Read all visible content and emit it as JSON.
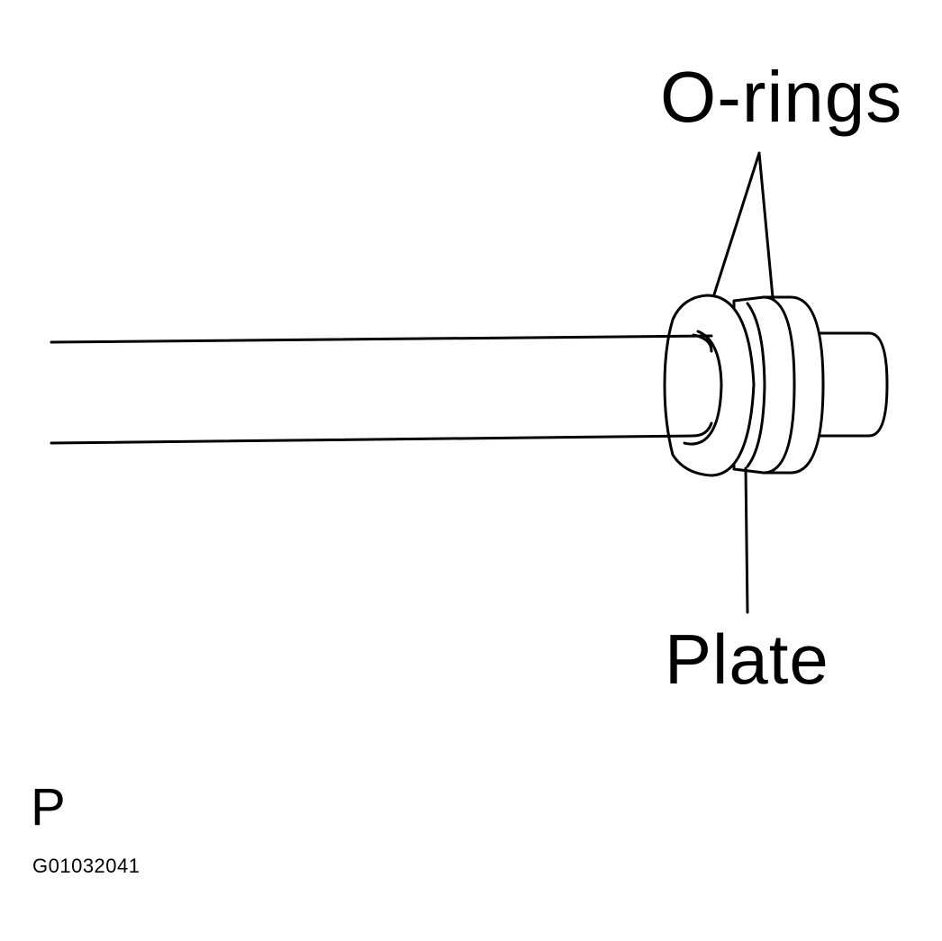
{
  "diagram": {
    "labels": {
      "o_rings": "O-rings",
      "plate": "Plate"
    },
    "parts": [
      "pipe",
      "o-ring",
      "plate",
      "o-ring",
      "pipe-end"
    ],
    "line_color": "#000000",
    "background_color": "#ffffff"
  },
  "footer": {
    "code": "P",
    "figure_id": "G01032041"
  }
}
